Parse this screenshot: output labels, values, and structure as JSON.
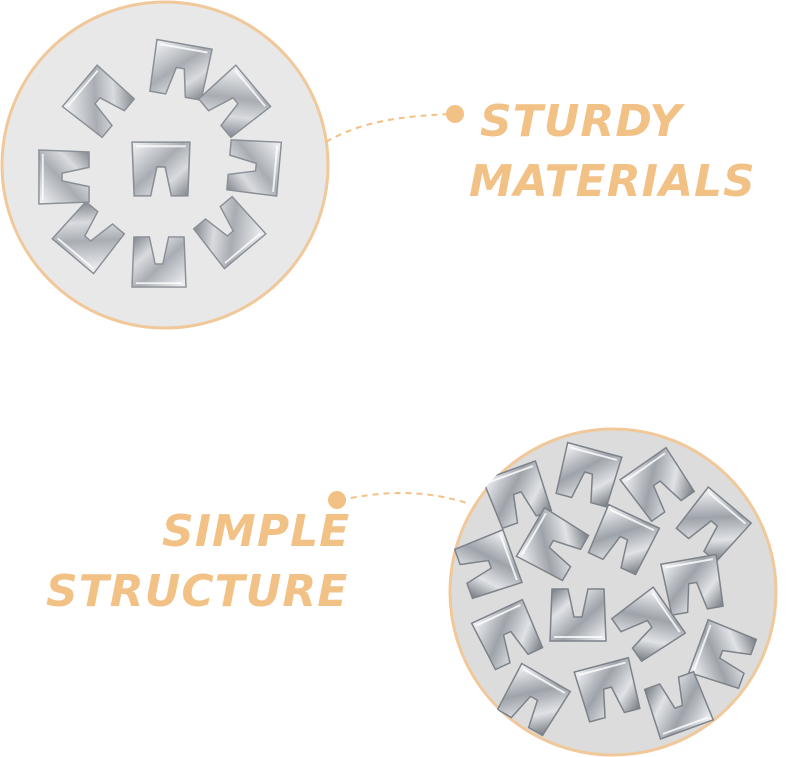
{
  "features": [
    {
      "lines": [
        "STURDY",
        "MATERIALS"
      ]
    },
    {
      "lines": [
        "SIMPLE",
        "STRUCTURE"
      ]
    }
  ],
  "colors": {
    "accent": "#f2c186",
    "circle_border": "#f0c89a",
    "photo_background": "#e7e7e7",
    "metal": "#b9bcc1"
  }
}
